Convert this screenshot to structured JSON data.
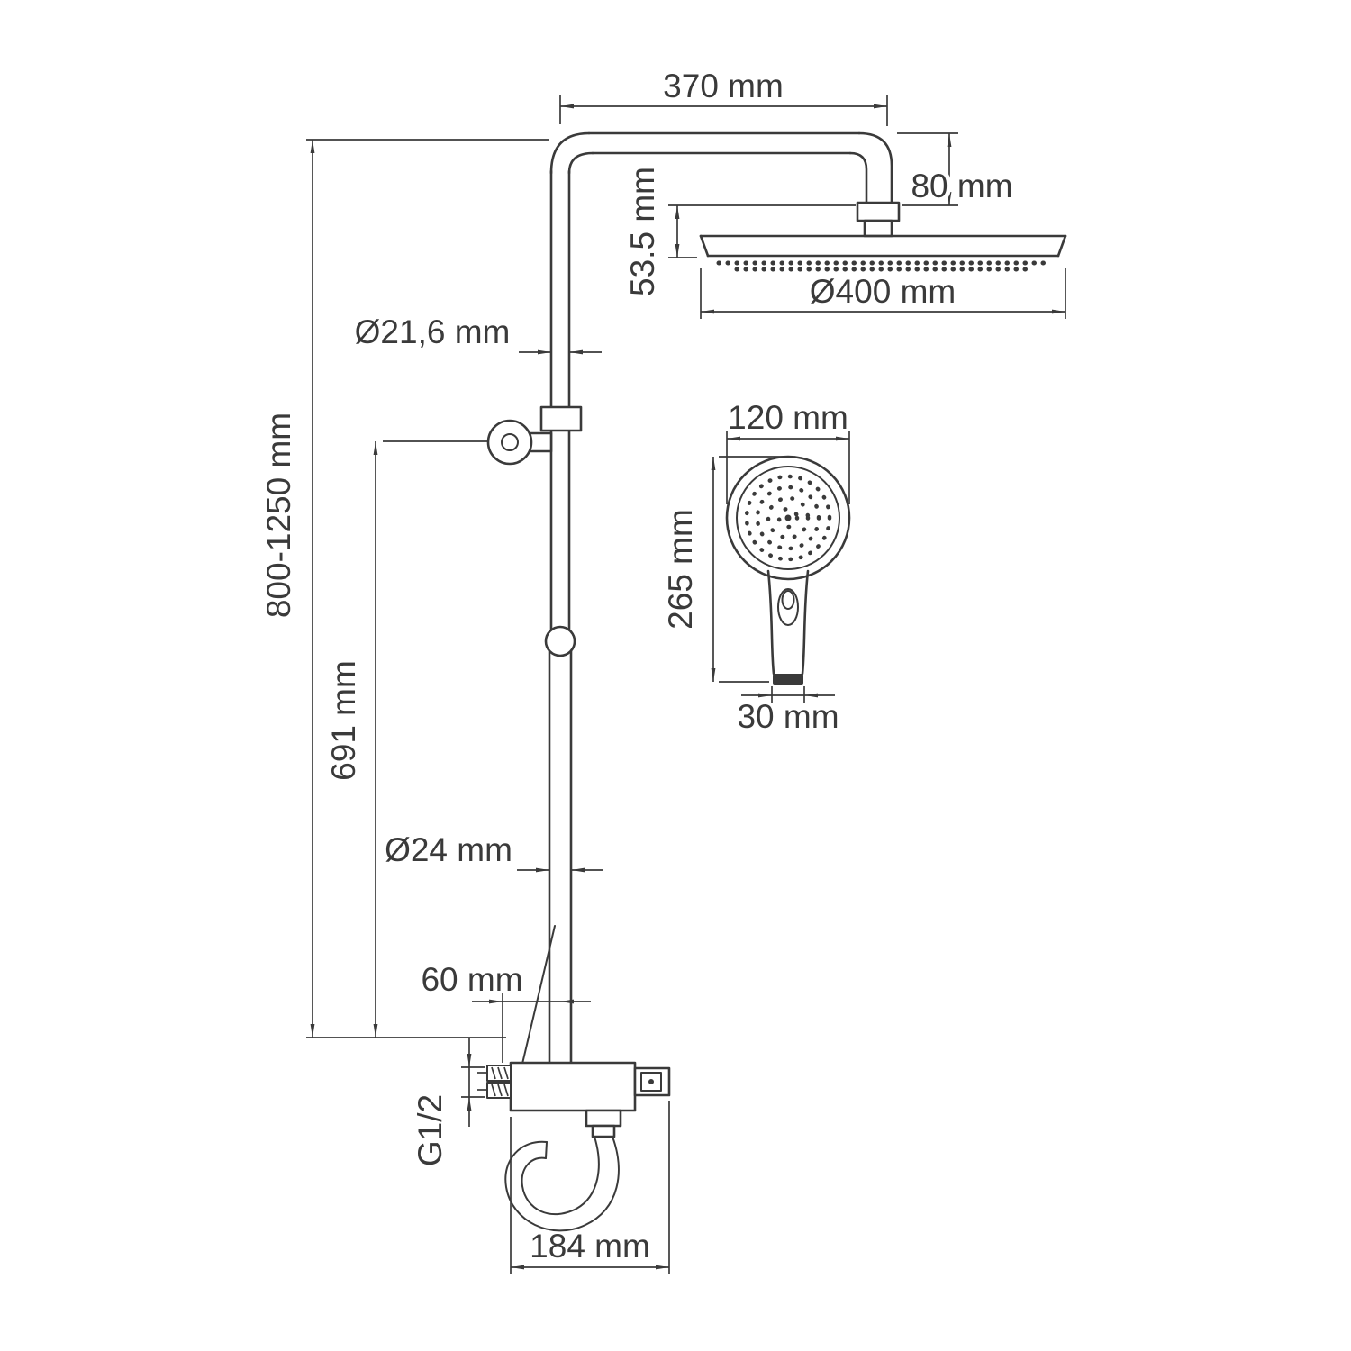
{
  "drawing": {
    "type": "technical-dimension-drawing",
    "subject": "Shower column system with overhead rain head, hand shower and thermostatic mixer",
    "colors": {
      "line": "#3a3a3a",
      "background": "#ffffff"
    },
    "dimensions": {
      "arm_length": "370 mm",
      "arm_to_head_drop": "80 mm",
      "head_assembly_height": "53.5 mm",
      "head_diameter": "Ø400 mm",
      "upper_pipe_diameter": "Ø21,6 mm",
      "overall_height": "800-1250 mm",
      "column_section_height": "691 mm",
      "hand_shower_head_diameter": "120 mm",
      "hand_shower_length": "265 mm",
      "hand_shower_handle_width": "30 mm",
      "lower_pipe_diameter": "Ø24 mm",
      "pipe_to_body_offset": "60 mm",
      "inlet_thread": "G1/2",
      "body_width": "184 mm"
    }
  }
}
